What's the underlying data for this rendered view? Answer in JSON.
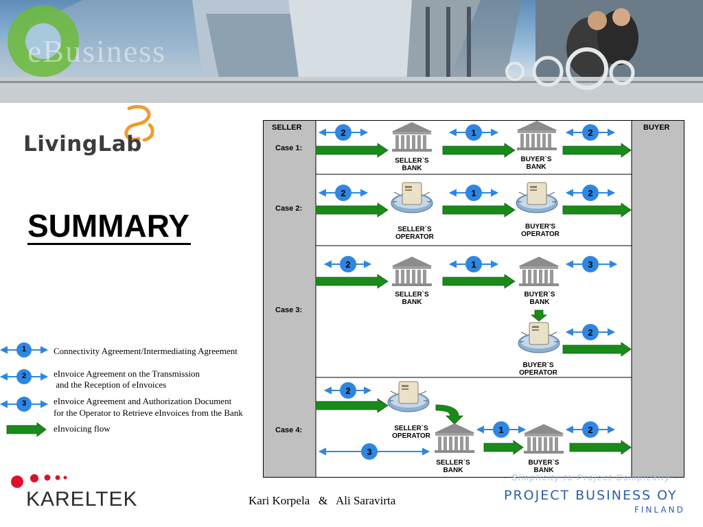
{
  "banner": {
    "watermark": "eBusiness"
  },
  "logo": {
    "text": "LivingLab"
  },
  "title": "SUMMARY",
  "diagram": {
    "seller_header": "SELLER",
    "buyer_header": "BUYER",
    "cases": [
      "Case 1:",
      "Case 2:",
      "Case 3:",
      "Case 4:"
    ],
    "labels": {
      "c1_seller_bank": "SELLER`S BANK",
      "c1_buyer_bank": "BUYER`S BANK",
      "c2_seller_operator": "SELLER`S OPERATOR",
      "c2_buyer_operator": "BUYER'S OPERATOR",
      "c3_seller_bank": "SELLER`S BANK",
      "c3_buyer_bank": "BUYER`S BANK",
      "c3_buyer_operator": "BUYER`S OPERATOR",
      "c4_seller_operator": "SELLER`S OPERATOR",
      "c4_seller_bank": "SELLER`S BANK",
      "c4_buyer_bank": "BUYER`S BANK"
    },
    "badges": {
      "c1": [
        "2",
        "1",
        "2"
      ],
      "c2": [
        "2",
        "1",
        "2"
      ],
      "c3": [
        "2",
        "1",
        "3",
        "2"
      ],
      "c4": [
        "2",
        "1",
        "2",
        "3"
      ]
    }
  },
  "legend": [
    {
      "num": "1",
      "text": "Connectivity Agreement/Intermediating Agreement"
    },
    {
      "num": "2",
      "line1": "eInvoice Agreement on the Transmission",
      "line2": " and the Reception of eInvoices"
    },
    {
      "num": "3",
      "line1": "eInvoice Agreement and Authorization Document",
      "line2": "for the Operator to Retrieve eInvoices from the Bank"
    },
    {
      "text": "eInvoicing flow"
    }
  ],
  "footer": {
    "kareltek": "KARELTEK",
    "authors": "Kari Korpela   &   Ali Saravirta",
    "pb_tagline": "- Simplicity to Project Complexity -",
    "pb_name": "PROJECT BUSINESS OY",
    "pb_country": "FINLAND"
  },
  "colors": {
    "flow_green": "#1a8a1a",
    "badge_blue": "#2f86e0",
    "column_gray": "#c0c0c0",
    "pb_blue": "#2a5fa8"
  }
}
